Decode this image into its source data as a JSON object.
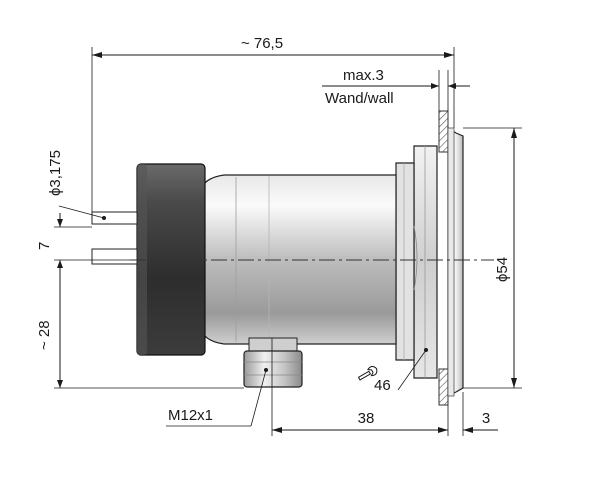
{
  "dimensions": {
    "overall_length": "~ 76,5",
    "wall_max_value": "max.3",
    "wall_label": "Wand/wall",
    "shaft_diameter": "ϕ3,175",
    "shaft_offset": "7",
    "connector_offset": "~ 28",
    "flange_diameter": "ϕ54",
    "wrench_size": "46",
    "connector_thread": "M12x1",
    "body_length": "38",
    "flange_thickness": "3"
  },
  "icons": {
    "wrench": "wrench-icon"
  }
}
